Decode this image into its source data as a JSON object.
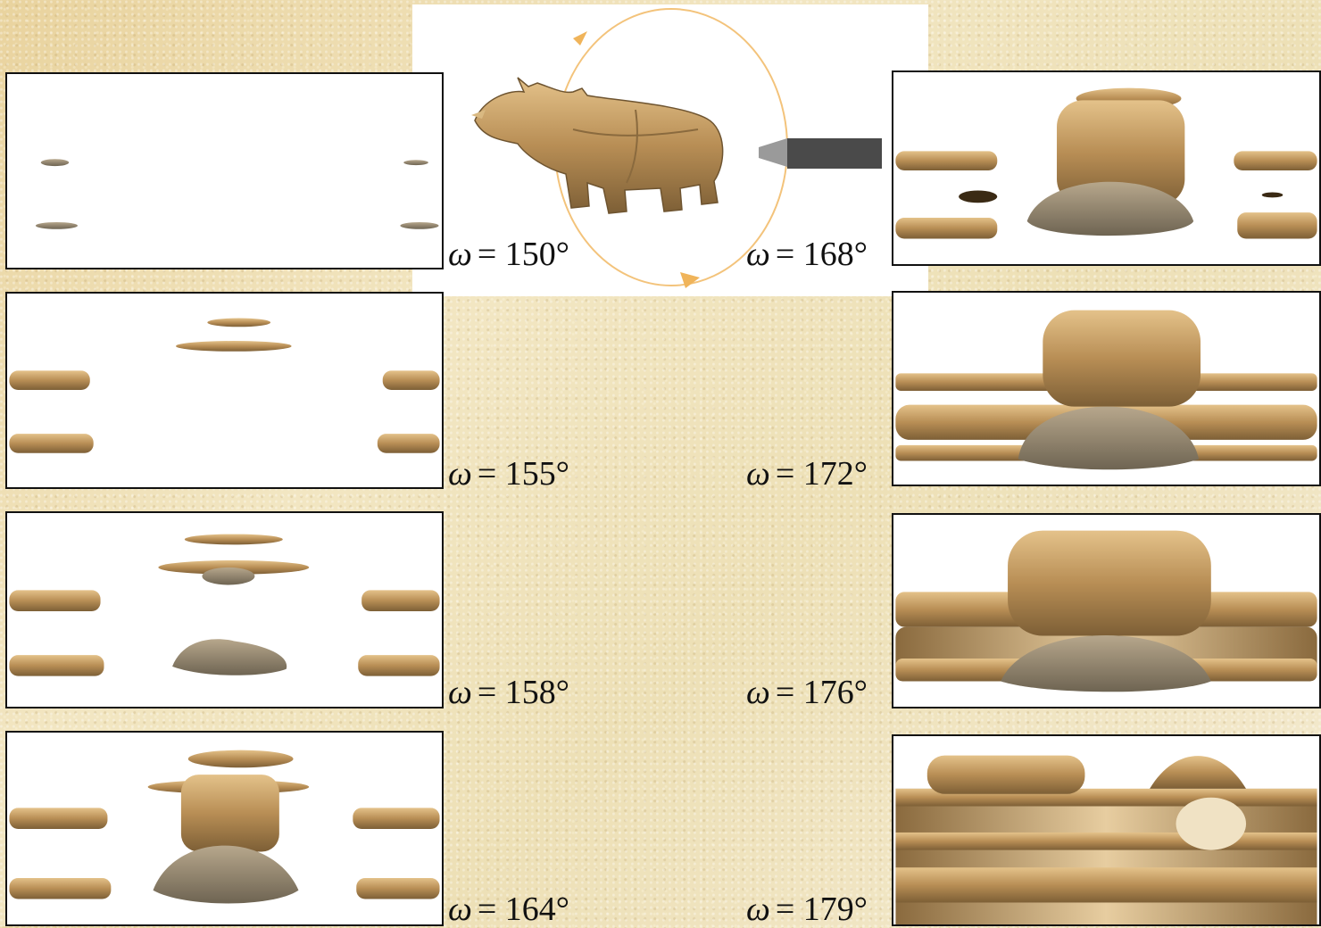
{
  "symbol": "ω",
  "left_labels": [
    "= 150°",
    "= 155°",
    "= 158°",
    "= 164°"
  ],
  "right_labels": [
    "= 168°",
    "= 172°",
    "= 176°",
    "= 179°"
  ],
  "colors": {
    "background": "#ecdcae",
    "rhino_skin": "#c9a36a",
    "orbit": "#f0b45a",
    "camera": "#4a4a4a"
  }
}
